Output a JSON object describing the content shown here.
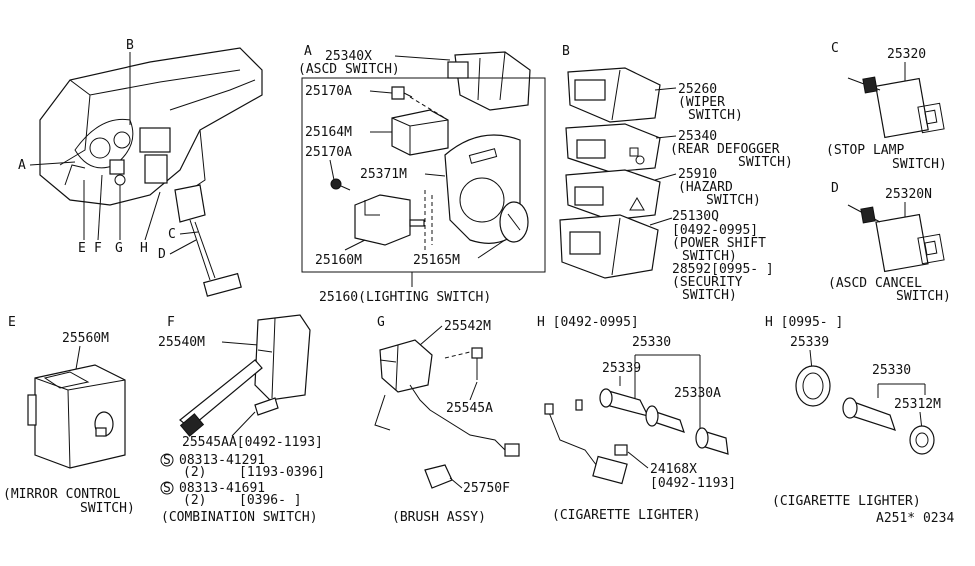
{
  "labels": {
    "dash_B": "B",
    "dash_A": "A",
    "dash_E": "E",
    "dash_F": "F",
    "dash_G": "G",
    "dash_H": "H",
    "dash_C": "C",
    "dash_D": "D",
    "secA": "A",
    "p25340x": "25340X",
    "ascd_switch": "(ASCD SWITCH)",
    "p25170a_1": "25170A",
    "p25164m": "25164M",
    "p25170a_2": "25170A",
    "p25371m": "25371M",
    "p25160m": "25160M",
    "p25165m": "25165M",
    "p25160_cap": "25160(LIGHTING SWITCH)",
    "secB": "B",
    "p25260": "25260",
    "wiper1": "(WIPER",
    "wiper2": "SWITCH)",
    "p25340": "25340",
    "defog1": "(REAR DEFOGGER",
    "defog2": "SWITCH)",
    "p25910": "25910",
    "haz1": "(HAZARD",
    "haz2": "SWITCH)",
    "p25130q": "25130Q",
    "ps_date": "[0492-0995]",
    "ps1": "(POWER SHIFT",
    "ps2": "SWITCH)",
    "p28592": "28592[0995-    ]",
    "sec1": "(SECURITY",
    "sec2": "SWITCH)",
    "secC": "C",
    "p25320": "25320",
    "stop1": "(STOP LAMP",
    "stop2": "SWITCH)",
    "secD": "D",
    "p25320n": "25320N",
    "ascdc1": "(ASCD CANCEL",
    "ascdc2": "SWITCH)",
    "secE": "E",
    "p25560m": "25560M",
    "mirror1": "(MIRROR CONTROL",
    "mirror2": "SWITCH)",
    "secF": "F",
    "p25540m": "25540M",
    "p25545aa": "25545AA[0492-1193]",
    "s_symbol1": "S",
    "p08313_41291": "08313-41291",
    "qty1": "(2)",
    "date1": "[1193-0396]",
    "s_symbol2": "S",
    "p08313_41691": "08313-41691",
    "qty2": "(2)",
    "date2": "[0396-    ]",
    "combo": "(COMBINATION SWITCH)",
    "secG": "G",
    "p25542m": "25542M",
    "p25545a": "25545A",
    "p25750f": "25750F",
    "brush": "(BRUSH ASSY)",
    "secH1": "H [0492-0995]",
    "p25330_1": "25330",
    "p25339_1": "25339",
    "p25330a": "25330A",
    "p24168x": "24168X",
    "date_24168x": "[0492-1193]",
    "cig1": "(CIGARETTE LIGHTER)",
    "secH2": "H [0995-    ]",
    "p25339_2": "25339",
    "p25330_2": "25330",
    "p25312m": "25312M",
    "cig2": "(CIGARETTE LIGHTER)",
    "ref": "A251* 0234"
  }
}
